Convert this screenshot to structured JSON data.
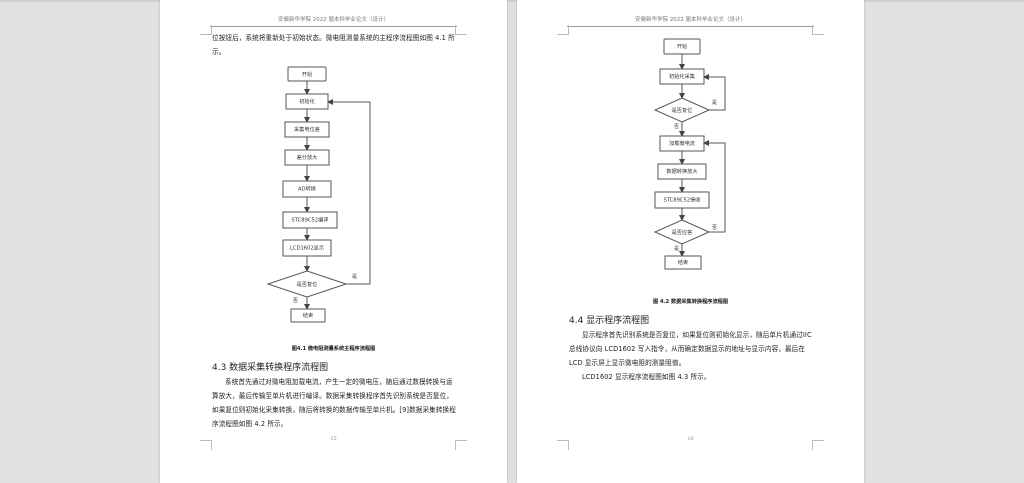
{
  "viewer": {
    "background": "#e1e1e1"
  },
  "left_page": {
    "header": "安徽新华学院 2022 届本科毕业论文（设计）",
    "intro_paragraph": "位按钮后，系统将重新处于初始状态。微电阻测量系统的主程序流程图如图 4.1 所示。",
    "flowchart": {
      "nodes": [
        "开始",
        "初始化",
        "采集电位差",
        "差分放大",
        "AD转换",
        "STC89C52编译",
        "LCD1602显示",
        "是否复位",
        "结束"
      ],
      "yes_label": "是",
      "no_label": "否"
    },
    "figure_caption": "图4.1  微电阻测量系统主程序流程图",
    "section_heading": "4.3 数据采集转换程序流程图",
    "body_paragraph": "系统首先通过对微电阻加载电流，产生一定的微电压，随后通过数模转换与运算放大，最后传输至单片机进行编译。数据采集转换程序首先识别系统是否复位，如果复位则初始化采集转换，随后将转换的数据传输至单片机。[9]数据采集转换程序流程图如图 4.2 所示。",
    "page_number": "15"
  },
  "right_page": {
    "header": "安徽新华学院 2022 届本科毕业论文（设计）",
    "flowchart": {
      "nodes": [
        "开始",
        "初始化采集",
        "是否复位",
        "加载微电流",
        "数据转换放大",
        "STC89C52接收",
        "是否应答",
        "结束"
      ],
      "reset_yes": "是",
      "reset_no": "否",
      "ack_no": "否",
      "ack_yes": "是"
    },
    "figure_caption": "图 4.2  数据采集转换程序流程图",
    "section_heading": "4.4 显示程序流程图",
    "body_paragraph": "显示程序首先识别系统是否复位，如果复位则初始化显示，随后单片机通过IIC 总线协议向 LCD1602 写入指令，从而确定数据显示的地址与显示内容，最后在 LCD 显示屏上显示微电阻的测量阻值。",
    "body_paragraph_2": "LCD1602 显示程序流程图如图 4.3 所示。",
    "page_number": "16"
  }
}
